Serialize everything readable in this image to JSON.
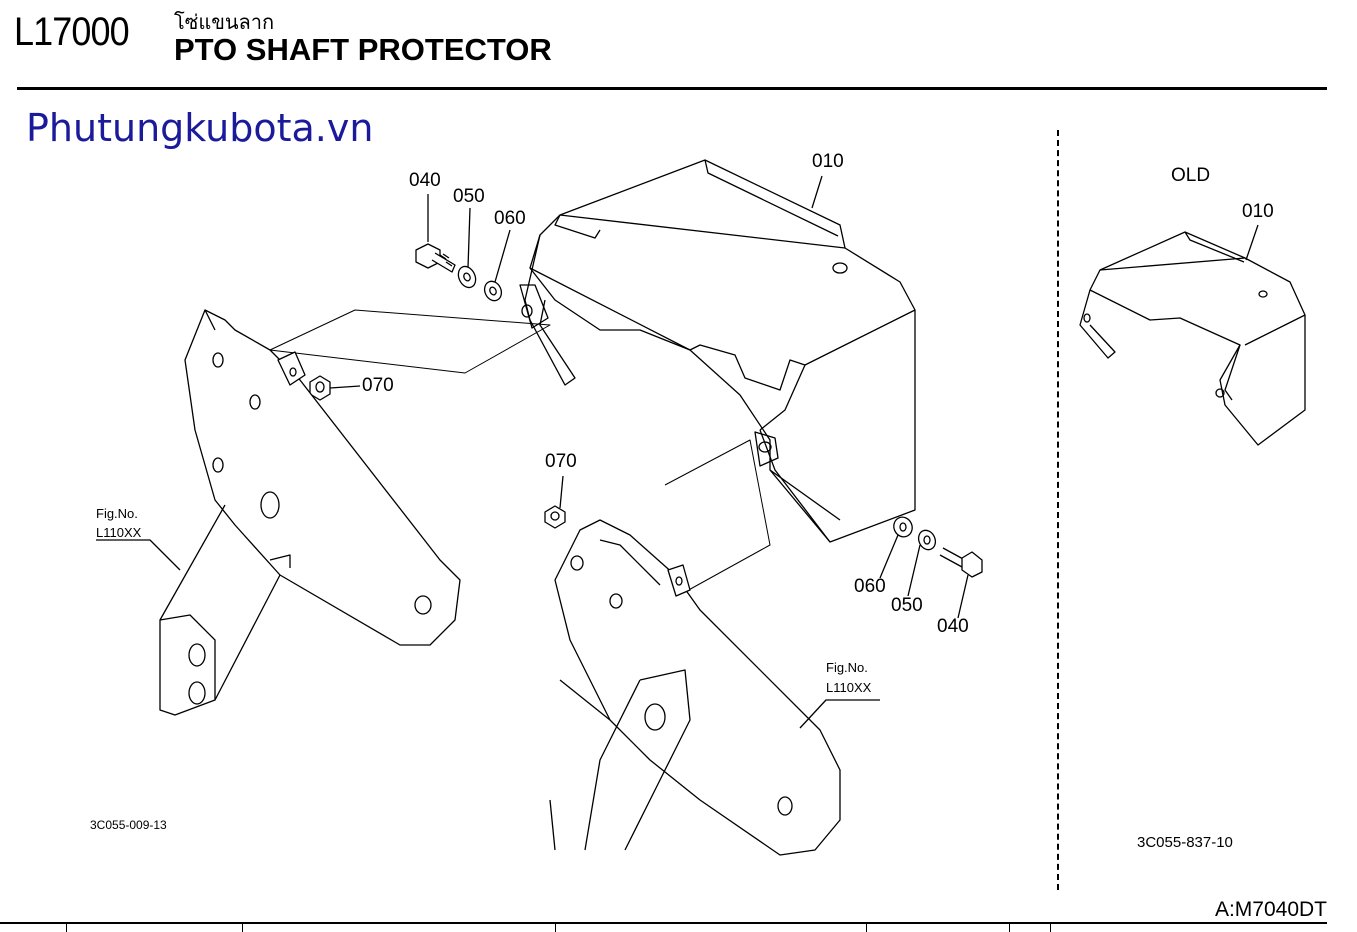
{
  "header": {
    "model_code": "L17000",
    "title_thai": "โซ่แขนลาก",
    "title": "PTO SHAFT PROTECTOR"
  },
  "watermark": "Phutungkubota.vn",
  "callouts": {
    "main": {
      "part_010": "010",
      "part_040_top": "040",
      "part_050_top": "050",
      "part_060_top": "060",
      "part_070_left": "070",
      "part_070_center": "070",
      "part_060_bottom": "060",
      "part_050_bottom": "050",
      "part_040_bottom": "040"
    },
    "old": {
      "heading": "OLD",
      "part_010": "010"
    }
  },
  "fig_refs": [
    {
      "label": "Fig.No.",
      "code": "L110XX"
    },
    {
      "label": "Fig.No.",
      "code": "L110XX"
    }
  ],
  "drawing_ids": {
    "main": "3C055-009-13",
    "old": "3C055-837-10"
  },
  "reference_code": "A:M7040DT",
  "colors": {
    "watermark": "#1a1a9a",
    "line": "#000000"
  }
}
